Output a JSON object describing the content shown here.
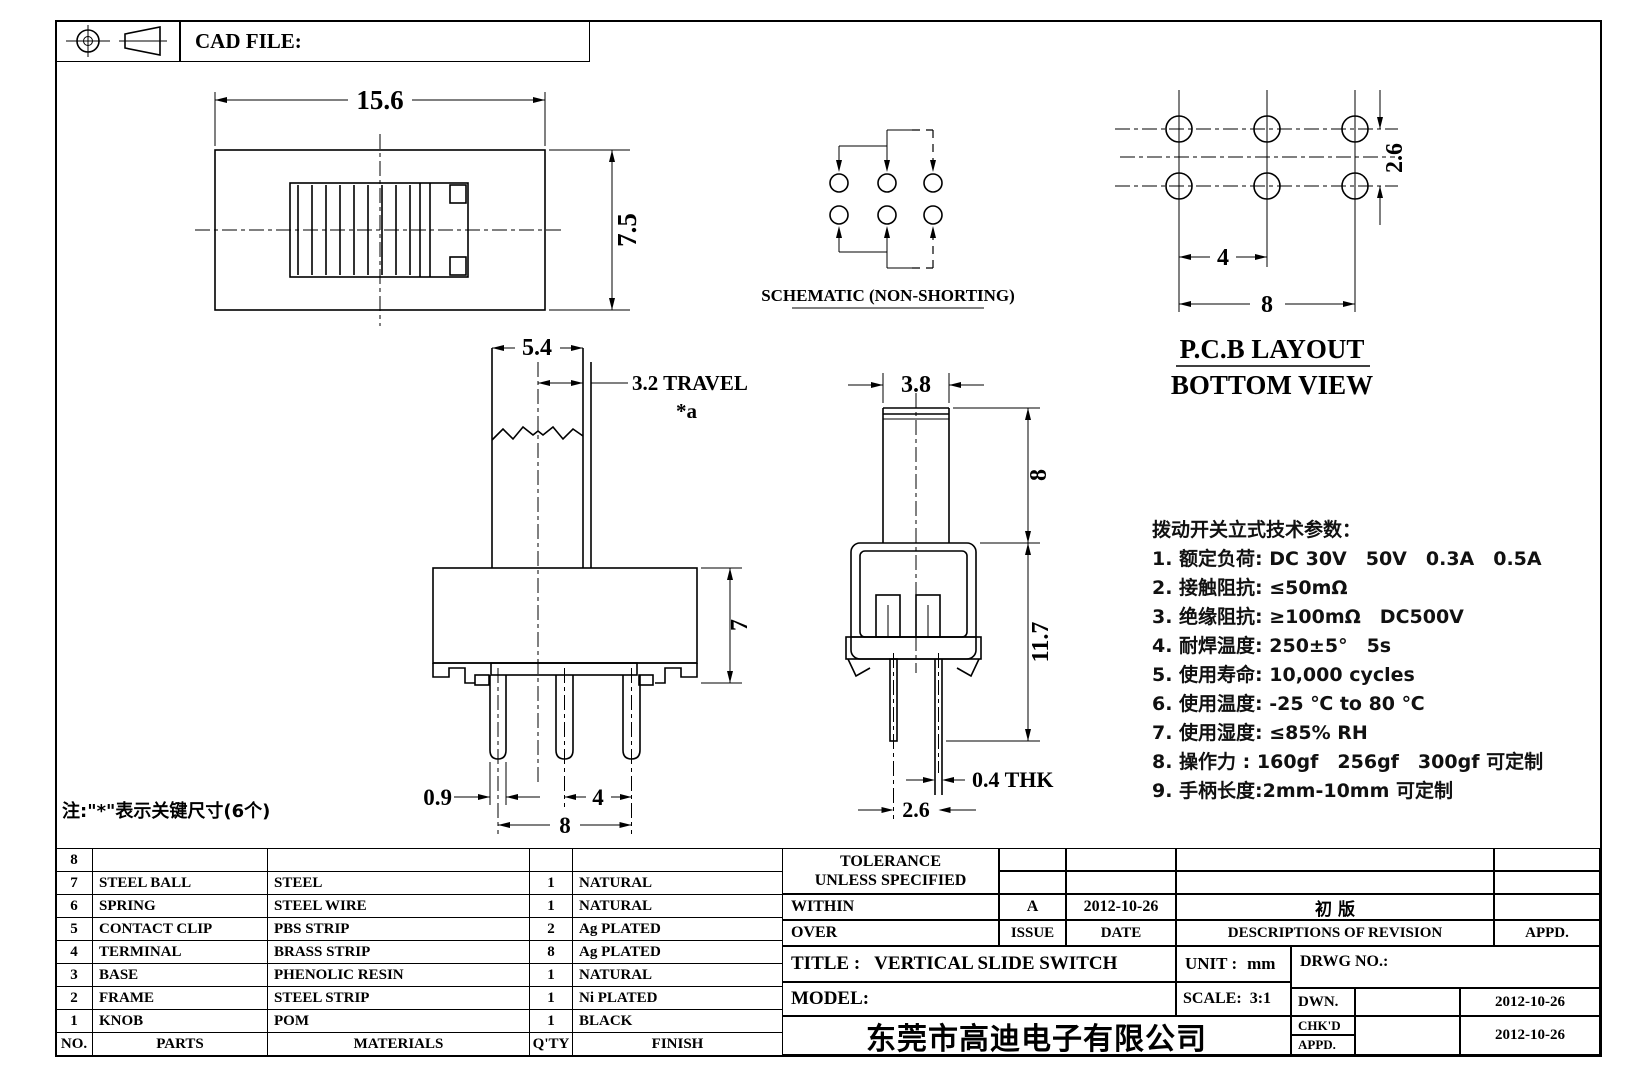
{
  "frame": {
    "cad_file_label": "CAD FILE:"
  },
  "top_view": {
    "width": "15.6",
    "height": "7.5"
  },
  "schematic": {
    "caption": "SCHEMATIC (NON-SHORTING)"
  },
  "pcb_view": {
    "pitch": "4",
    "span": "8",
    "row_pitch": "2.6",
    "caption_line1": "P.C.B LAYOUT",
    "caption_line2": "BOTTOM VIEW"
  },
  "front_view": {
    "knob_width": "5.4",
    "travel": "3.2 TRAVEL",
    "travel_ref": "*a",
    "body_height": "7",
    "pin_width": "0.9",
    "pin_pitch": "4",
    "pin_span": "8"
  },
  "side_view": {
    "knob_depth": "3.8",
    "knob_height": "8",
    "body_height": "11.7",
    "pin_thickness": "0.4 THK",
    "pin_pitch": "2.6"
  },
  "specs": {
    "title": "拨动开关立式技术参数：",
    "items": [
      "1. 额定负荷: DC 30V　50V　0.3A　0.5A",
      "2. 接触阻抗: ≤50mΩ",
      "3. 绝缘阻抗: ≥100mΩ　DC500V",
      "4. 耐焊温度: 250±5°　5s",
      "5. 使用寿命: 10,000 cycles",
      "6. 使用温度: -25 ℃ to 80 ℃",
      "7. 使用湿度: ≤85% RH",
      "8. 操作力 : 160gf　256gf　300gf 可定制",
      "9. 手柄长度:2mm-10mm 可定制"
    ]
  },
  "note": "注:\"*\"表示关键尺寸(6个)",
  "parts_table": {
    "headers": {
      "no": "NO.",
      "parts": "PARTS",
      "materials": "MATERIALS",
      "qty": "Q'TY",
      "finish": "FINISH"
    },
    "rows": [
      {
        "no": "8",
        "part": "",
        "material": "",
        "qty": "",
        "finish": ""
      },
      {
        "no": "7",
        "part": "STEEL BALL",
        "material": "STEEL",
        "qty": "1",
        "finish": "NATURAL"
      },
      {
        "no": "6",
        "part": "SPRING",
        "material": "STEEL WIRE",
        "qty": "1",
        "finish": "NATURAL"
      },
      {
        "no": "5",
        "part": "CONTACT CLIP",
        "material": "PBS STRIP",
        "qty": "2",
        "finish": "Ag PLATED"
      },
      {
        "no": "4",
        "part": "TERMINAL",
        "material": "BRASS STRIP",
        "qty": "8",
        "finish": "Ag PLATED"
      },
      {
        "no": "3",
        "part": "BASE",
        "material": "PHENOLIC RESIN",
        "qty": "1",
        "finish": "NATURAL"
      },
      {
        "no": "2",
        "part": "FRAME",
        "material": "STEEL STRIP",
        "qty": "1",
        "finish": "Ni PLATED"
      },
      {
        "no": "1",
        "part": "KNOB",
        "material": "POM",
        "qty": "1",
        "finish": "BLACK"
      }
    ]
  },
  "title_block": {
    "tolerance_line1": "TOLERANCE",
    "tolerance_line2": "UNLESS  SPECIFIED",
    "within_label": "WITHIN",
    "over_label": "OVER",
    "revision": {
      "issue": "A",
      "date": "2012-10-26",
      "description": "初  版"
    },
    "issue_label": "ISSUE",
    "date_label": "DATE",
    "descriptions_label": "DESCRIPTIONS OF REVISION",
    "appd_label": "APPD.",
    "title_label": "TITLE :",
    "title_value": "VERTICAL SLIDE SWITCH",
    "unit_label": "UNIT :",
    "unit_value": "mm",
    "model_label": "MODEL:",
    "scale_label": "SCALE:",
    "scale_value": "3:1",
    "drwg_label": "DRWG NO.:",
    "dwn_label": "DWN.",
    "dwn_date": "2012-10-26",
    "chkd_label": "CHK'D",
    "appd2_label": "APPD.",
    "chkd_date": "2012-10-26",
    "company": "东莞市高迪电子有限公司"
  }
}
